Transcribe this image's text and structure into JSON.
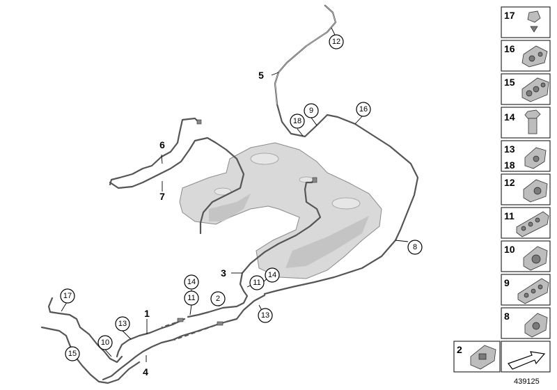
{
  "diagram": {
    "id": "439125",
    "callouts": [
      "12",
      "9",
      "18",
      "16",
      "8",
      "14",
      "11",
      "2",
      "14",
      "11",
      "13",
      "17",
      "13",
      "10",
      "15"
    ],
    "labels": [
      "5",
      "6",
      "7",
      "3",
      "1",
      "4"
    ]
  },
  "side_panel": {
    "items": [
      {
        "number": "17",
        "icon": "spring-clip-icon"
      },
      {
        "number": "16",
        "icon": "double-clip-icon"
      },
      {
        "number": "15",
        "icon": "triple-clip-icon"
      },
      {
        "number": "14",
        "icon": "hex-bolt-icon"
      },
      {
        "number_top": "13",
        "number_bottom": "18",
        "icon": "pipe-holder-icon"
      },
      {
        "number": "12",
        "icon": "bracket-clip-icon"
      },
      {
        "number": "11",
        "icon": "multi-pipe-clip-icon"
      },
      {
        "number": "10",
        "icon": "single-clip-icon"
      },
      {
        "number": "9",
        "icon": "quad-clip-icon"
      },
      {
        "number": "8",
        "icon": "grommet-clip-icon"
      }
    ],
    "bottom_left": {
      "number": "2",
      "icon": "connector-clip-icon"
    },
    "bottom_right": {
      "icon": "arrow-icon"
    }
  }
}
